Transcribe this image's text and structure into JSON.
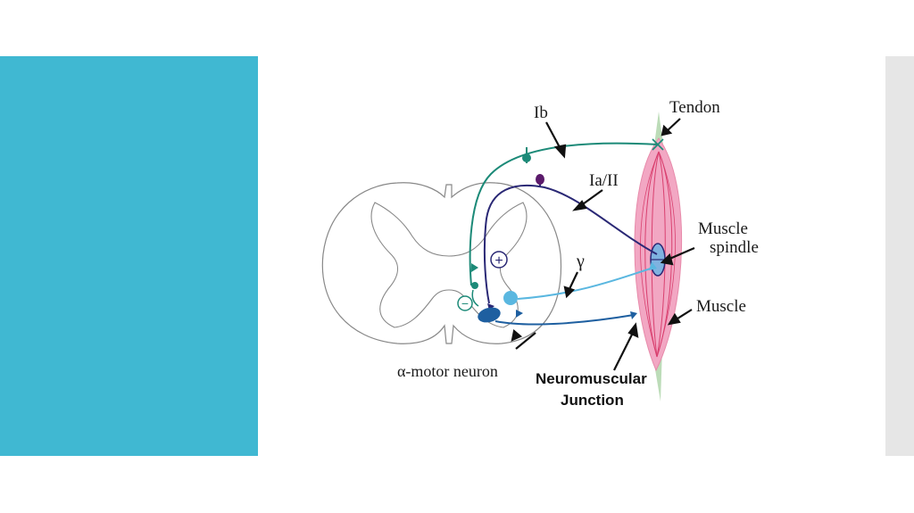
{
  "colors": {
    "left_panel": "#40b8d2",
    "right_strip": "#e6e6e6",
    "muscle": "#f2a7c3",
    "muscle_lines": "#d9406f",
    "tendon": "#b5d8b0",
    "ib_fiber": "#1c8a78",
    "ia_fiber": "#2a2875",
    "gamma_fiber": "#5ab7e0",
    "alpha_fiber": "#1e5fa0",
    "ia_soma": "#5b1a6b"
  },
  "labels": {
    "ib": "Ib",
    "ia_ii": "Ia/II",
    "gamma": "γ",
    "tendon": "Tendon",
    "muscle_spindle_line1": "Muscle",
    "muscle_spindle_line2": "spindle",
    "muscle": "Muscle",
    "alpha_motor_neuron": "α-motor neuron",
    "nmj_line1": "Neuromuscular",
    "nmj_line2": "Junction",
    "plus_sign": "+",
    "minus_sign": "−"
  }
}
